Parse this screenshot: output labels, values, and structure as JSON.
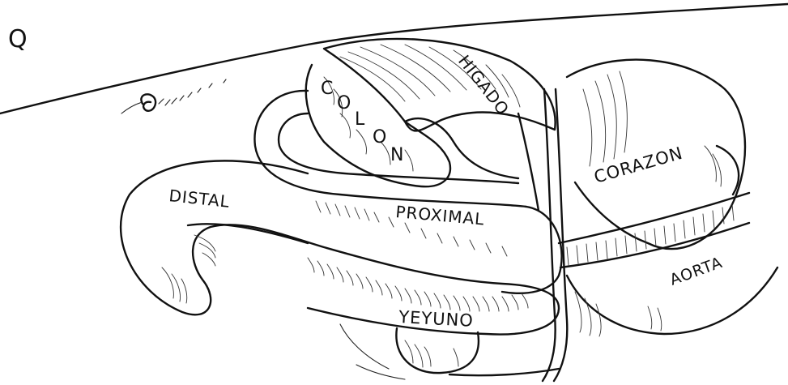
{
  "panel_letter": "Q",
  "labels": {
    "higado": "HIGADO",
    "colon": [
      "C",
      "O",
      "L",
      "O",
      "N"
    ],
    "corazon": "CORAZON",
    "distal": "DISTAL",
    "proximal": "PROXIMAL",
    "aorta": "AORTA",
    "yeyuno": "YEYUNO"
  },
  "colors": {
    "ink": "#111111",
    "background": "#ffffff"
  }
}
